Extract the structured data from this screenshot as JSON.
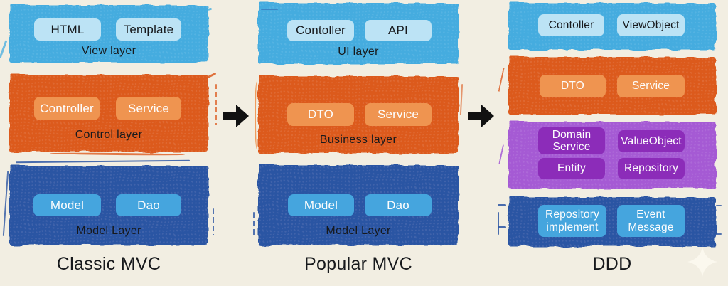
{
  "diagram": {
    "title_implicit": "MVC to DDD architecture evolution",
    "columns": [
      {
        "caption": "Classic MVC",
        "layers": [
          {
            "label": "View layer",
            "color": "#44ACDF",
            "box_color": "#BCE3F5",
            "boxes": [
              "HTML",
              "Template"
            ]
          },
          {
            "label": "Control layer",
            "color": "#DC5A1E",
            "box_color": "#EF9450",
            "boxes": [
              "Controller",
              "Service"
            ]
          },
          {
            "label": "Model Layer",
            "color": "#2C55A3",
            "box_color": "#45A5DE",
            "boxes": [
              "Model",
              "Dao"
            ]
          }
        ]
      },
      {
        "caption": "Popular MVC",
        "layers": [
          {
            "label": "UI layer",
            "color": "#44ACDF",
            "box_color": "#BCE3F5",
            "boxes": [
              "Contoller",
              "API"
            ]
          },
          {
            "label": "Business layer",
            "color": "#DC5A1E",
            "box_color": "#EF9450",
            "boxes": [
              "DTO",
              "Service"
            ]
          },
          {
            "label": "Model Layer",
            "color": "#2C55A3",
            "box_color": "#45A5DE",
            "boxes": [
              "Model",
              "Dao"
            ]
          }
        ]
      },
      {
        "caption": "DDD",
        "layers": [
          {
            "label": "",
            "color": "#44ACDF",
            "box_color": "#BCE3F5",
            "boxes": [
              "Contoller",
              "ViewObject"
            ]
          },
          {
            "label": "",
            "color": "#DC5A1E",
            "box_color": "#EF9450",
            "boxes": [
              "DTO",
              "Service"
            ]
          },
          {
            "label": "",
            "color": "#A55AD4",
            "box_color": "#8C2CB9",
            "boxes": [
              "Domain Service",
              "ValueObject",
              "Entity",
              "Repository"
            ]
          },
          {
            "label": "",
            "color": "#2C55A3",
            "box_color": "#45A5DE",
            "boxes": [
              "Repository implement",
              "Event Message"
            ]
          }
        ]
      }
    ],
    "arrows": [
      {
        "name": "arrow-classic-to-popular",
        "glyph": "right-arrow"
      },
      {
        "name": "arrow-popular-to-ddd",
        "glyph": "right-arrow"
      }
    ],
    "background_color": "#F2EEE2",
    "text_color": "#17191C"
  }
}
